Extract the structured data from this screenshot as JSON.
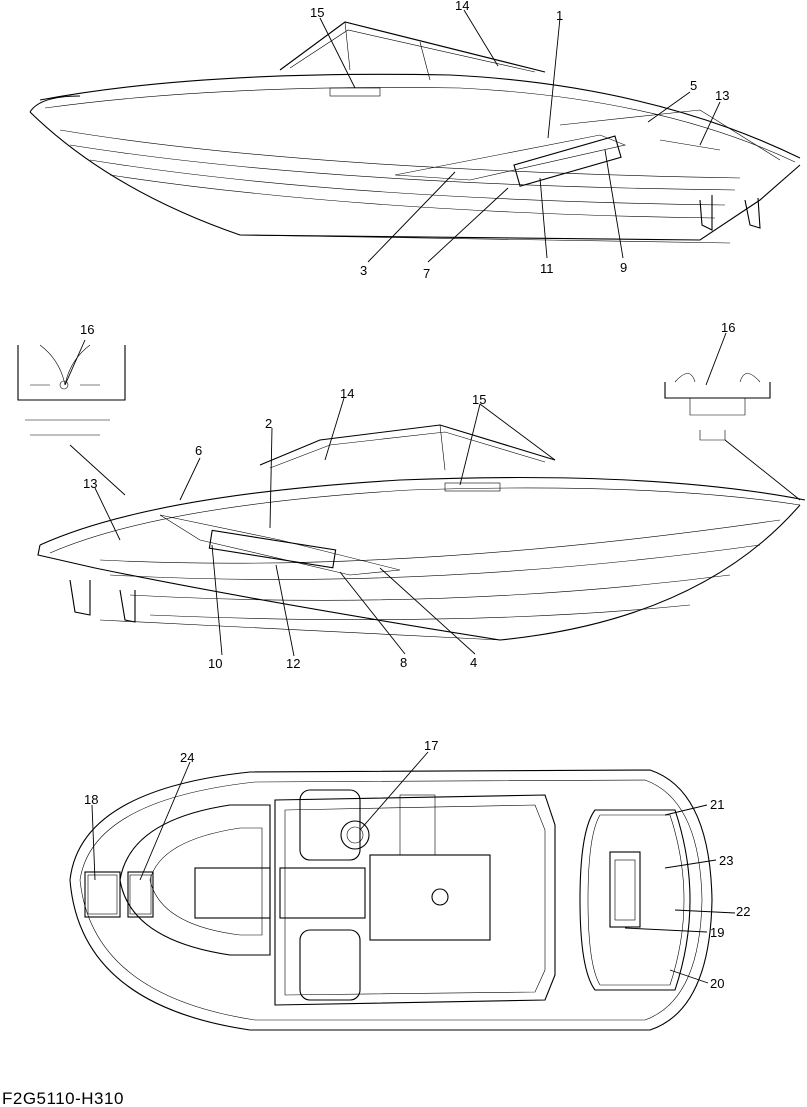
{
  "views": {
    "starboard": {
      "callouts": [
        "15",
        "14",
        "1",
        "5",
        "13",
        "3",
        "7",
        "11",
        "9"
      ]
    },
    "port": {
      "callouts": [
        "16",
        "16",
        "14",
        "15",
        "2",
        "6",
        "13",
        "10",
        "12",
        "8",
        "4"
      ]
    },
    "top": {
      "callouts": [
        "24",
        "17",
        "18",
        "21",
        "23",
        "22",
        "19",
        "20"
      ]
    }
  },
  "drawing_code": "F2G5110-H310"
}
